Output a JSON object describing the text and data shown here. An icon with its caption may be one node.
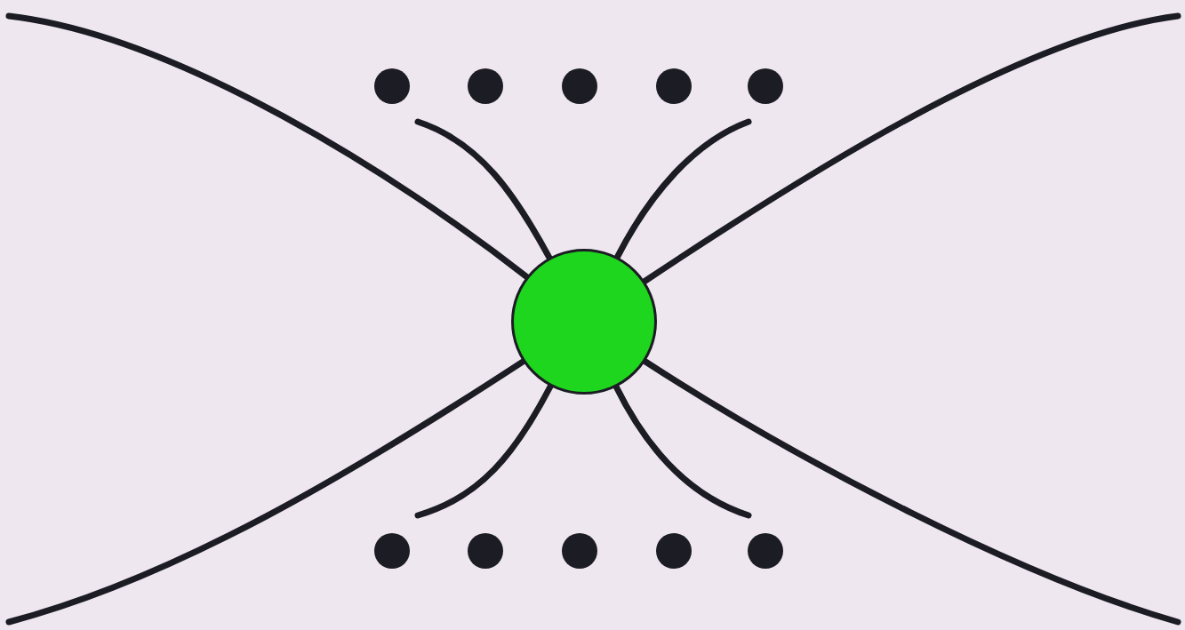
{
  "diagram": {
    "nodes": [
      {
        "text": [],
        "shape": "circle"
      },
      {
        "text": [],
        "shape": "circle"
      },
      {
        "text": [],
        "shape": "circle"
      },
      {
        "text": [],
        "shape": "circle"
      },
      {
        "text": [],
        "shape": "circle"
      },
      {
        "text": [],
        "shape": "circle"
      },
      {
        "text": [],
        "shape": "circle"
      },
      {
        "text": [],
        "shape": "circle"
      },
      {
        "text": [],
        "shape": "circle"
      },
      {
        "text": [],
        "shape": "circle"
      },
      {
        "text": [],
        "shape": "circle"
      }
    ],
    "edges": [
      {
        "from": 5,
        "to": null,
        "arrow": "none"
      },
      {
        "from": 5,
        "to": null,
        "arrow": "none"
      },
      {
        "from": 5,
        "to": null,
        "arrow": "none"
      },
      {
        "from": 5,
        "to": null,
        "arrow": "none"
      },
      {
        "from": 5,
        "to": null,
        "arrow": "none"
      },
      {
        "from": 5,
        "to": null,
        "arrow": "none"
      },
      {
        "from": 5,
        "to": null,
        "arrow": "none"
      },
      {
        "from": 5,
        "to": null,
        "arrow": "none"
      }
    ]
  }
}
